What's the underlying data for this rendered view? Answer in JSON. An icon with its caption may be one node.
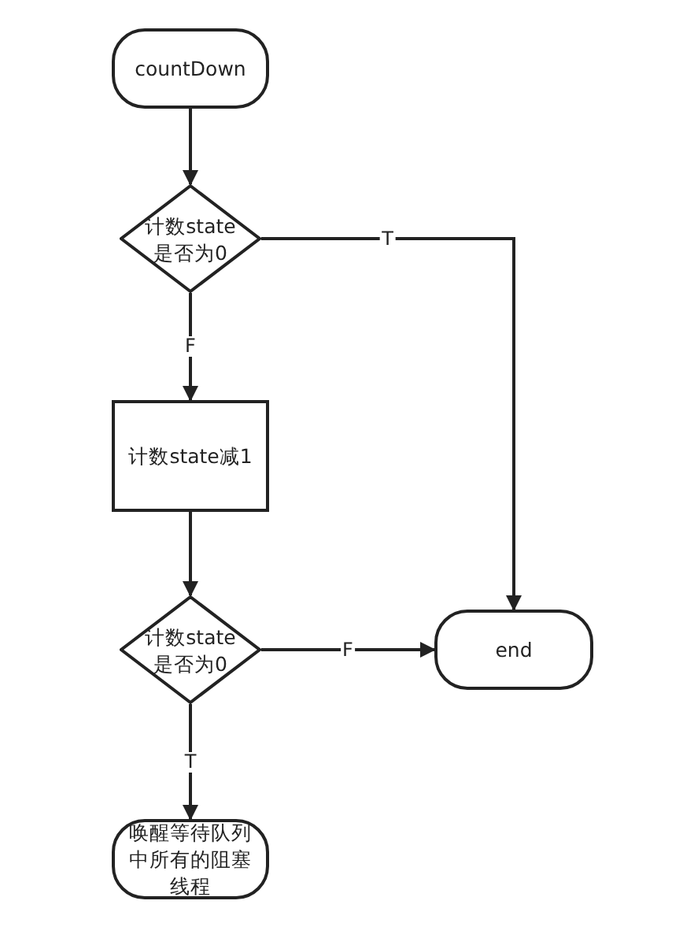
{
  "diagram": {
    "nodes": [
      {
        "text": [
          "countDown"
        ]
      },
      {
        "text": [
          "计数state是否为0"
        ]
      },
      {
        "text": [
          "计数state减1"
        ]
      },
      {
        "text": [
          "计数state是否为0"
        ]
      },
      {
        "text": [
          "end"
        ]
      },
      {
        "text": [
          "唤醒等待队列中所有的阻塞线程"
        ]
      }
    ],
    "edges": [
      {
        "from": 0,
        "to": 1,
        "arrow": "to"
      },
      {
        "from": 1,
        "to": 4,
        "arrow": "to",
        "label": "T"
      },
      {
        "from": 1,
        "to": 2,
        "arrow": "to",
        "label": "F"
      },
      {
        "from": 2,
        "to": 3,
        "arrow": "to"
      },
      {
        "from": 3,
        "to": 4,
        "arrow": "to",
        "label": "F"
      },
      {
        "from": 3,
        "to": 5,
        "arrow": "to",
        "label": "T"
      }
    ]
  }
}
